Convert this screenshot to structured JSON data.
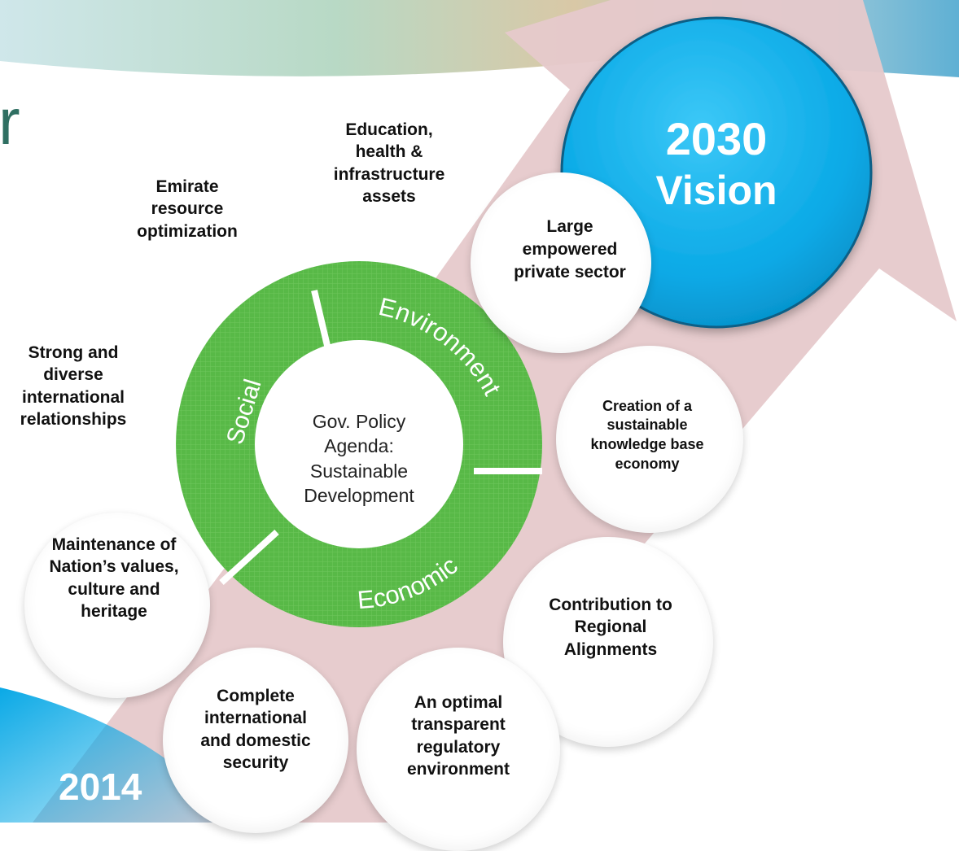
{
  "title_fragment": "r",
  "vision": {
    "year": "2030",
    "word": "Vision"
  },
  "start_year": "2014",
  "center": {
    "text": "Gov. Policy\nAgenda:\nSustainable\nDevelopment"
  },
  "ring_segments": [
    "Social",
    "Environment",
    "Economic"
  ],
  "outcomes": [
    "Education,\nhealth &\ninfrastructure\nassets",
    "Emirate\nresource\noptimization",
    "Large\nempowered\nprivate sector",
    "Strong and\ndiverse\ninternational\nrelationships",
    "Creation of a\nsustainable\nknowledge base\neconomy",
    "Maintenance of\nNation’s values,\nculture and\nheritage",
    "Contribution to\nRegional\nAlignments",
    "Complete\ninternational\nand domestic\nsecurity",
    "An optimal\ntransparent\nregulatory\nenvironment"
  ],
  "colors": {
    "arrow": "#e6c9cb",
    "ring": "#58b947",
    "circle_blue": "#0aa9e6",
    "title_text": "#2f6f62"
  }
}
